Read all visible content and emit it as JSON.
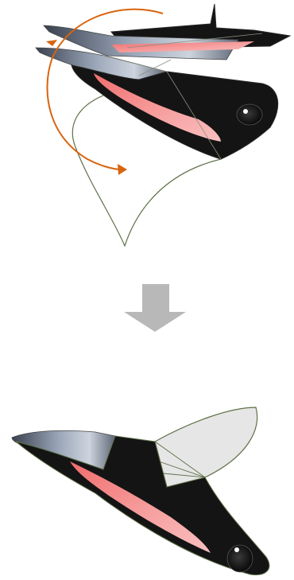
{
  "diagram": {
    "type": "origami-fold-step",
    "steps": [
      {
        "id": "before",
        "description_visible": ""
      },
      {
        "id": "after",
        "description_visible": ""
      }
    ],
    "colors": {
      "body": "#141414",
      "body_edge": "#2a2a2a",
      "accent_pink": "#f48a8a",
      "accent_pink_light": "#f9b4b4",
      "fold_arrow": "#d9640e",
      "fold_outline": "#5e7048",
      "down_arrow": "#b8b8b8",
      "flap_fill": "#e6e6e6",
      "eye_white": "#ffffff"
    },
    "icons": {
      "fold_arrow": "curved-rotate-arrow-icon",
      "transition": "down-arrow-icon"
    }
  }
}
